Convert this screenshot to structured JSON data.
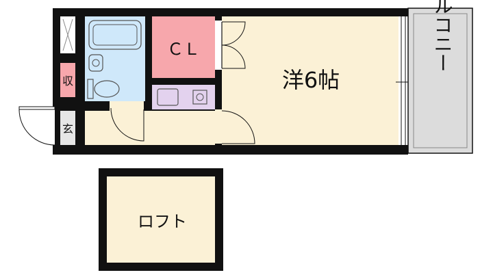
{
  "floorplan": {
    "rooms": {
      "western_room": {
        "label": "洋6帖"
      },
      "closet": {
        "label": "ＣＬ"
      },
      "storage": {
        "label": "収"
      },
      "entrance": {
        "label": "玄"
      },
      "balcony": {
        "label": "バルコニー"
      },
      "loft": {
        "label": "ロフト"
      }
    }
  },
  "colors": {
    "wall": "#111111",
    "room_floor": "#fbf1d6",
    "closet": "#f7a7ac",
    "storage": "#f7a7ac",
    "bath": "#cfe8fa",
    "kitchen": "#e3d2ee",
    "balcony": "#dcdcdc",
    "entrance": "#e6e6e6",
    "loft": "#fbf1d6"
  }
}
